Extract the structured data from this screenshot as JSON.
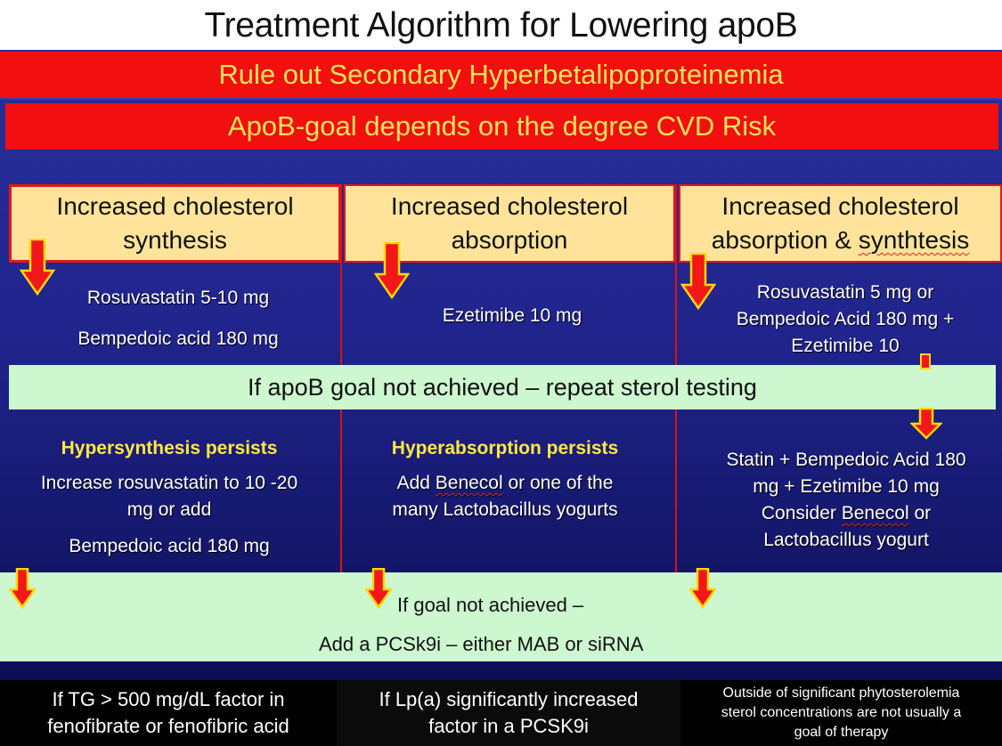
{
  "title": "Treatment Algorithm for Lowering apoB",
  "bands": {
    "secondary": "Rule out Secondary Hyperbetalipoproteinemia",
    "goal": "ApoB-goal depends on the degree CVD Risk",
    "sterol_testing": "If apoB goal not achieved – repeat sterol testing",
    "pcsk_line1": "If goal not achieved –",
    "pcsk_line2": "Add a PCSk9i – either MAB or siRNA"
  },
  "columns": [
    {
      "header_line1": "Increased cholesterol",
      "header_line2": "synthesis",
      "med_line1": "Rosuvastatin 5-10 mg",
      "med_line2": "Bempedoic acid 180 mg",
      "persist_title": "Hypersynthesis persists",
      "persist_line1": "Increase rosuvastatin to 10 -20",
      "persist_line2": "mg or add",
      "persist_line3": "Bempedoic acid 180 mg"
    },
    {
      "header_line1": "Increased cholesterol",
      "header_line2": "absorption",
      "med_line1": "Ezetimibe 10 mg",
      "persist_title": "Hyperabsorption persists",
      "persist_line1a": "Add ",
      "persist_line1b": "Benecol",
      "persist_line1c": " or one of the",
      "persist_line2": "many Lactobacillus yogurts"
    },
    {
      "header_line1": "Increased cholesterol",
      "header_line2a": "absorption & ",
      "header_line2b": "synthtesis",
      "med_line1": "Rosuvastatin 5 mg or",
      "med_line2": "Bempedoic Acid 180 mg +",
      "med_line3": "Ezetimibe 10",
      "persist_line1": "Statin + Bempedoic Acid 180",
      "persist_line2": "mg + Ezetimibe 10 mg",
      "persist_line3a": "Consider ",
      "persist_line3b": "Benecol",
      "persist_line3c": " or",
      "persist_line4": "Lactobacillus yogurt"
    }
  ],
  "footer": {
    "tg_line1": "If TG > 500 mg/dL factor in",
    "tg_line2": "fenofibrate or fenofibric acid",
    "lpa_line1": "If Lp(a) significantly increased",
    "lpa_line2": "factor in a PCSK9i",
    "phyto_line1": "Outside of significant phytosterolemia",
    "phyto_line2": "sterol concentrations are not usually a",
    "phyto_line3": "goal of therapy"
  },
  "colors": {
    "red_band": "#f20f0f",
    "band_text": "#ffe35a",
    "header_fill": "#ffe39a",
    "panel_blue": "#20248c",
    "green_band": "#ccf7cf",
    "arrow_fill": "#f01818",
    "arrow_outline": "#ffd800"
  }
}
